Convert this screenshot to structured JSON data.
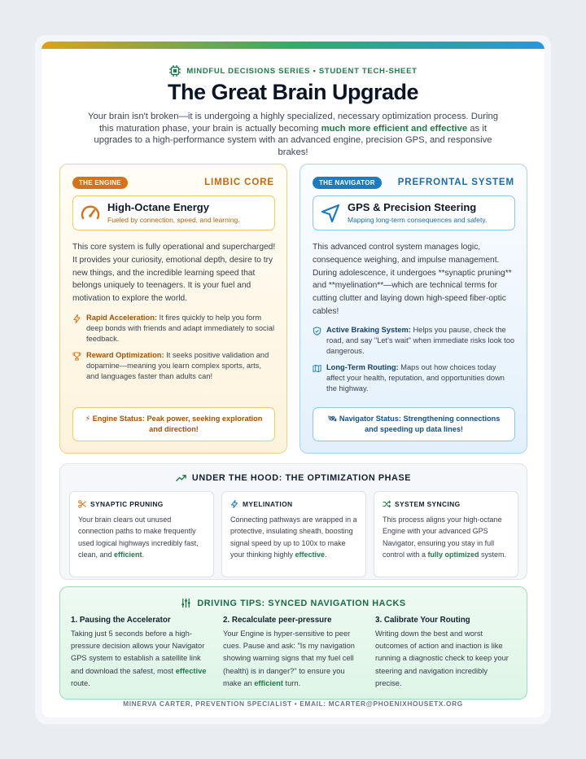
{
  "header": {
    "series": "MINDFUL DECISIONS SERIES • STUDENT TECH-SHEET",
    "title": "The Great Brain Upgrade",
    "intro_a": "Your brain isn't broken—it is undergoing a highly specialized, necessary optimization process. During this maturation phase, your brain is actually becoming ",
    "intro_bold": "much more efficient and effective",
    "intro_b": " as it upgrades to a high-performance system with an advanced engine, precision GPS, and responsive brakes!"
  },
  "engine": {
    "badge": "THE ENGINE",
    "label": "LIMBIC CORE",
    "hero_title": "High-Octane Energy",
    "hero_sub": "Fueled by connection, speed, and learning.",
    "body": "This core system is fully operational and supercharged! It provides your curiosity, emotional depth, desire to try new things, and the incredible learning speed that belongs uniquely to teenagers. It is your fuel and motivation to explore the world.",
    "bullets": [
      {
        "title": "Rapid Acceleration:",
        "text": " It fires quickly to help you form deep bonds with friends and adapt immediately to social feedback."
      },
      {
        "title": "Reward Optimization:",
        "text": " It seeks positive validation and dopamine—meaning you learn complex sports, arts, and languages faster than adults can!"
      }
    ],
    "status": "⚡ Engine Status: Peak power, seeking exploration and direction!"
  },
  "navigator": {
    "badge": "THE NAVIGATOR",
    "label": "PREFRONTAL SYSTEM",
    "hero_title": "GPS & Precision Steering",
    "hero_sub": "Mapping long-term consequences and safety.",
    "body": "This advanced control system manages logic, consequence weighing, and impulse management. During adolescence, it undergoes **synaptic pruning** and **myelination**—which are technical terms for cutting clutter and laying down high-speed fiber-optic cables!",
    "bullets": [
      {
        "title": "Active Braking System:",
        "text": " Helps you pause, check the road, and say \"Let's wait\" when immediate risks look too dangerous."
      },
      {
        "title": "Long-Term Routing:",
        "text": " Maps out how choices today affect your health, reputation, and opportunities down the highway."
      }
    ],
    "status": "🛰 Navigator Status: Strengthening connections and speeding up data lines!"
  },
  "hood": {
    "title": "UNDER THE HOOD: THE OPTIMIZATION PHASE",
    "boxes": [
      {
        "title": "SYNAPTIC PRUNING",
        "text_a": "Your brain clears out unused connection paths to make frequently used logical highways incredibly fast, clean, and ",
        "bold": "efficient",
        "text_b": "."
      },
      {
        "title": "MYELINATION",
        "text_a": "Connecting pathways are wrapped in a protective, insulating sheath, boosting signal speed by up to 100x to make your thinking highly ",
        "bold": "effective",
        "text_b": "."
      },
      {
        "title": "SYSTEM SYNCING",
        "text_a": "This process aligns your high-octane Engine with your advanced GPS Navigator, ensuring you stay in full control with a ",
        "bold": "fully optimized",
        "text_b": " system."
      }
    ]
  },
  "tips": {
    "title": "DRIVING TIPS: SYNCED NAVIGATION HACKS",
    "items": [
      {
        "title": "1. Pausing the Accelerator",
        "text_a": "Taking just 5 seconds before a high-pressure decision allows your Navigator GPS system to establish a satellite link and download the safest, most ",
        "bold": "effective",
        "text_b": " route."
      },
      {
        "title": "2. Recalculate peer-pressure",
        "text_a": "Your Engine is hyper-sensitive to peer cues. Pause and ask: \"Is my navigation showing warning signs that my fuel cell (health) is in danger?\" to ensure you make an ",
        "bold": "efficient",
        "text_b": " turn."
      },
      {
        "title": "3. Calibrate Your Routing",
        "text_a": "Writing down the best and worst outcomes of action and inaction is like running a diagnostic check to keep your steering and navigation incredibly precise.",
        "bold": "",
        "text_b": ""
      }
    ]
  },
  "footer": "MINERVA CARTER, PREVENTION SPECIALIST • EMAIL: MCARTER@PHOENIXHOUSETX.ORG",
  "colors": {
    "green": "#1d7a4a",
    "orange": "#d6731a",
    "blue": "#1d7bc2"
  }
}
